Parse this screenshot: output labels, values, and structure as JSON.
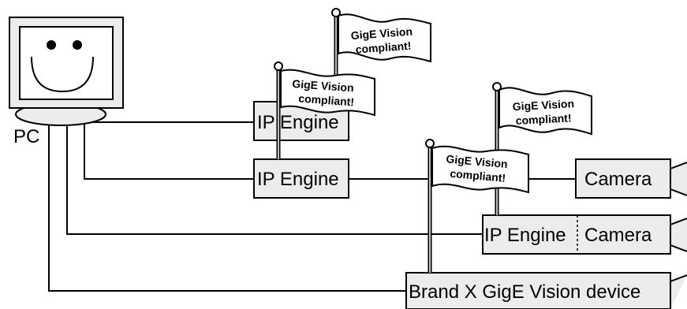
{
  "pc": {
    "label": "PC"
  },
  "devices": {
    "ip_engine_1": "IP Engine",
    "ip_engine_2": "IP Engine",
    "camera_1": "Camera",
    "ip_engine_3": "IP Engine",
    "camera_2": "Camera",
    "brand_x": "Brand X GigE Vision device"
  },
  "flags": [
    {
      "line1": "GigE Vision",
      "line2": "compliant!"
    },
    {
      "line1": "GigE Vision",
      "line2": "compliant!"
    },
    {
      "line1": "GigE Vision",
      "line2": "compliant!"
    },
    {
      "line1": "GigE Vision",
      "line2": "compliant!"
    }
  ]
}
